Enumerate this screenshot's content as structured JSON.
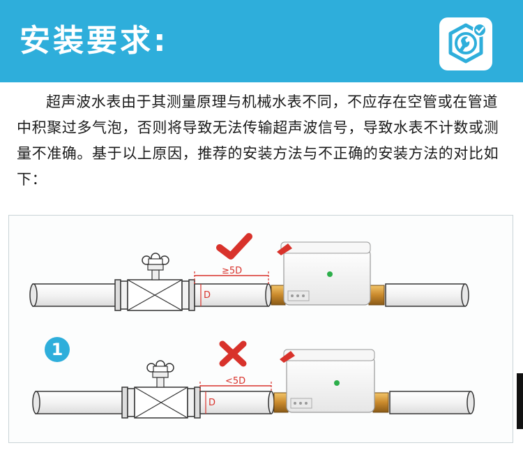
{
  "header": {
    "title": "安装要求:",
    "icon": "wrench-gear-check-icon",
    "accent_color": "#2eaedb"
  },
  "body": {
    "paragraph": "超声波水表由于其测量原理与机械水表不同，不应存在空管或在管道中积聚过多气泡，否则将导致无法传输超声波信号，导致水表不计数或测量不准确。基于以上原因，推荐的安装方法与不正确的安装方法的对比如下："
  },
  "figure": {
    "correct": {
      "mark": "check-icon",
      "distance_label": "≥5D",
      "pipe_label": "D",
      "mark_color": "#d8322b"
    },
    "incorrect": {
      "mark": "cross-icon",
      "distance_label": "<5D",
      "pipe_label": "D",
      "mark_color": "#d8322b"
    },
    "step_number": "1"
  }
}
